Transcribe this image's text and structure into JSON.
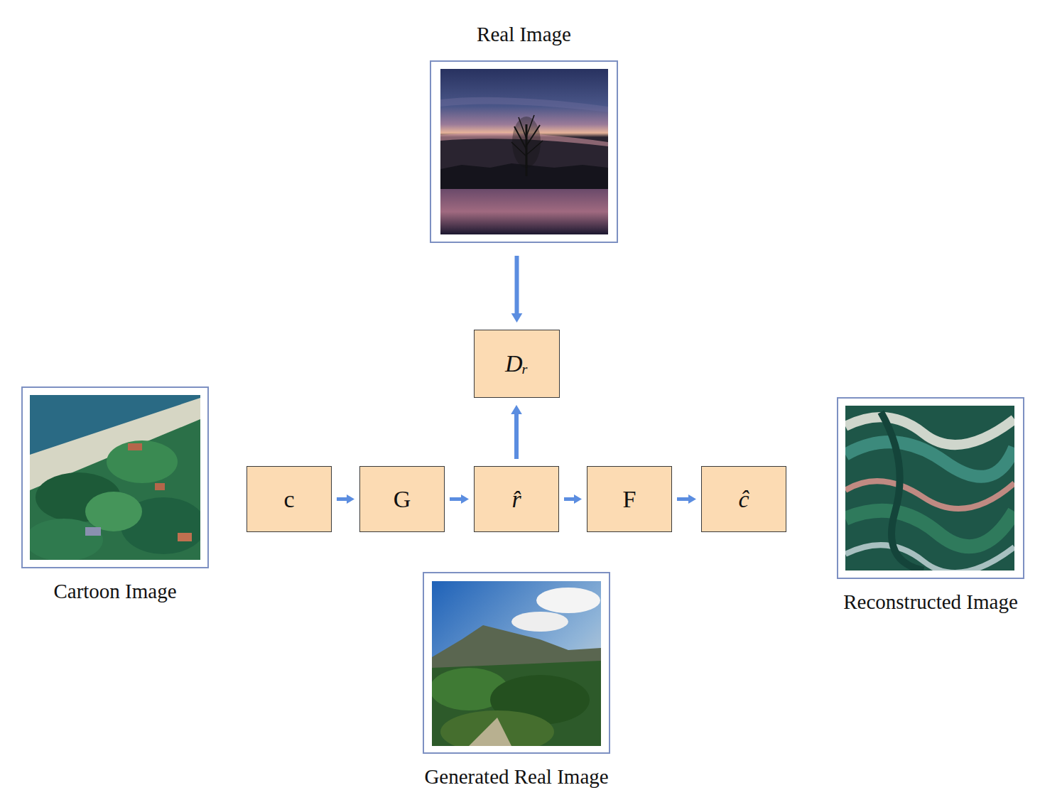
{
  "diagram": {
    "nodes": [
      {
        "text": [
          "Real Image"
        ]
      },
      {
        "text": [
          "Dᵣ"
        ]
      },
      {
        "text": [
          "Cartoon Image"
        ]
      },
      {
        "text": [
          "c"
        ]
      },
      {
        "text": [
          "G"
        ]
      },
      {
        "text": [
          "r̂"
        ]
      },
      {
        "text": [
          "F"
        ]
      },
      {
        "text": [
          "ĉ"
        ]
      },
      {
        "text": [
          "Reconstructed Image"
        ]
      },
      {
        "text": [
          "Generated Real Image"
        ]
      }
    ],
    "edges": [
      {
        "from": 0,
        "to": 1,
        "arrow": "to"
      },
      {
        "from": 5,
        "to": 1,
        "arrow": "to"
      },
      {
        "from": 3,
        "to": 4,
        "arrow": "to"
      },
      {
        "from": 4,
        "to": 5,
        "arrow": "to"
      },
      {
        "from": 5,
        "to": 6,
        "arrow": "to"
      },
      {
        "from": 6,
        "to": 7,
        "arrow": "to"
      }
    ]
  }
}
